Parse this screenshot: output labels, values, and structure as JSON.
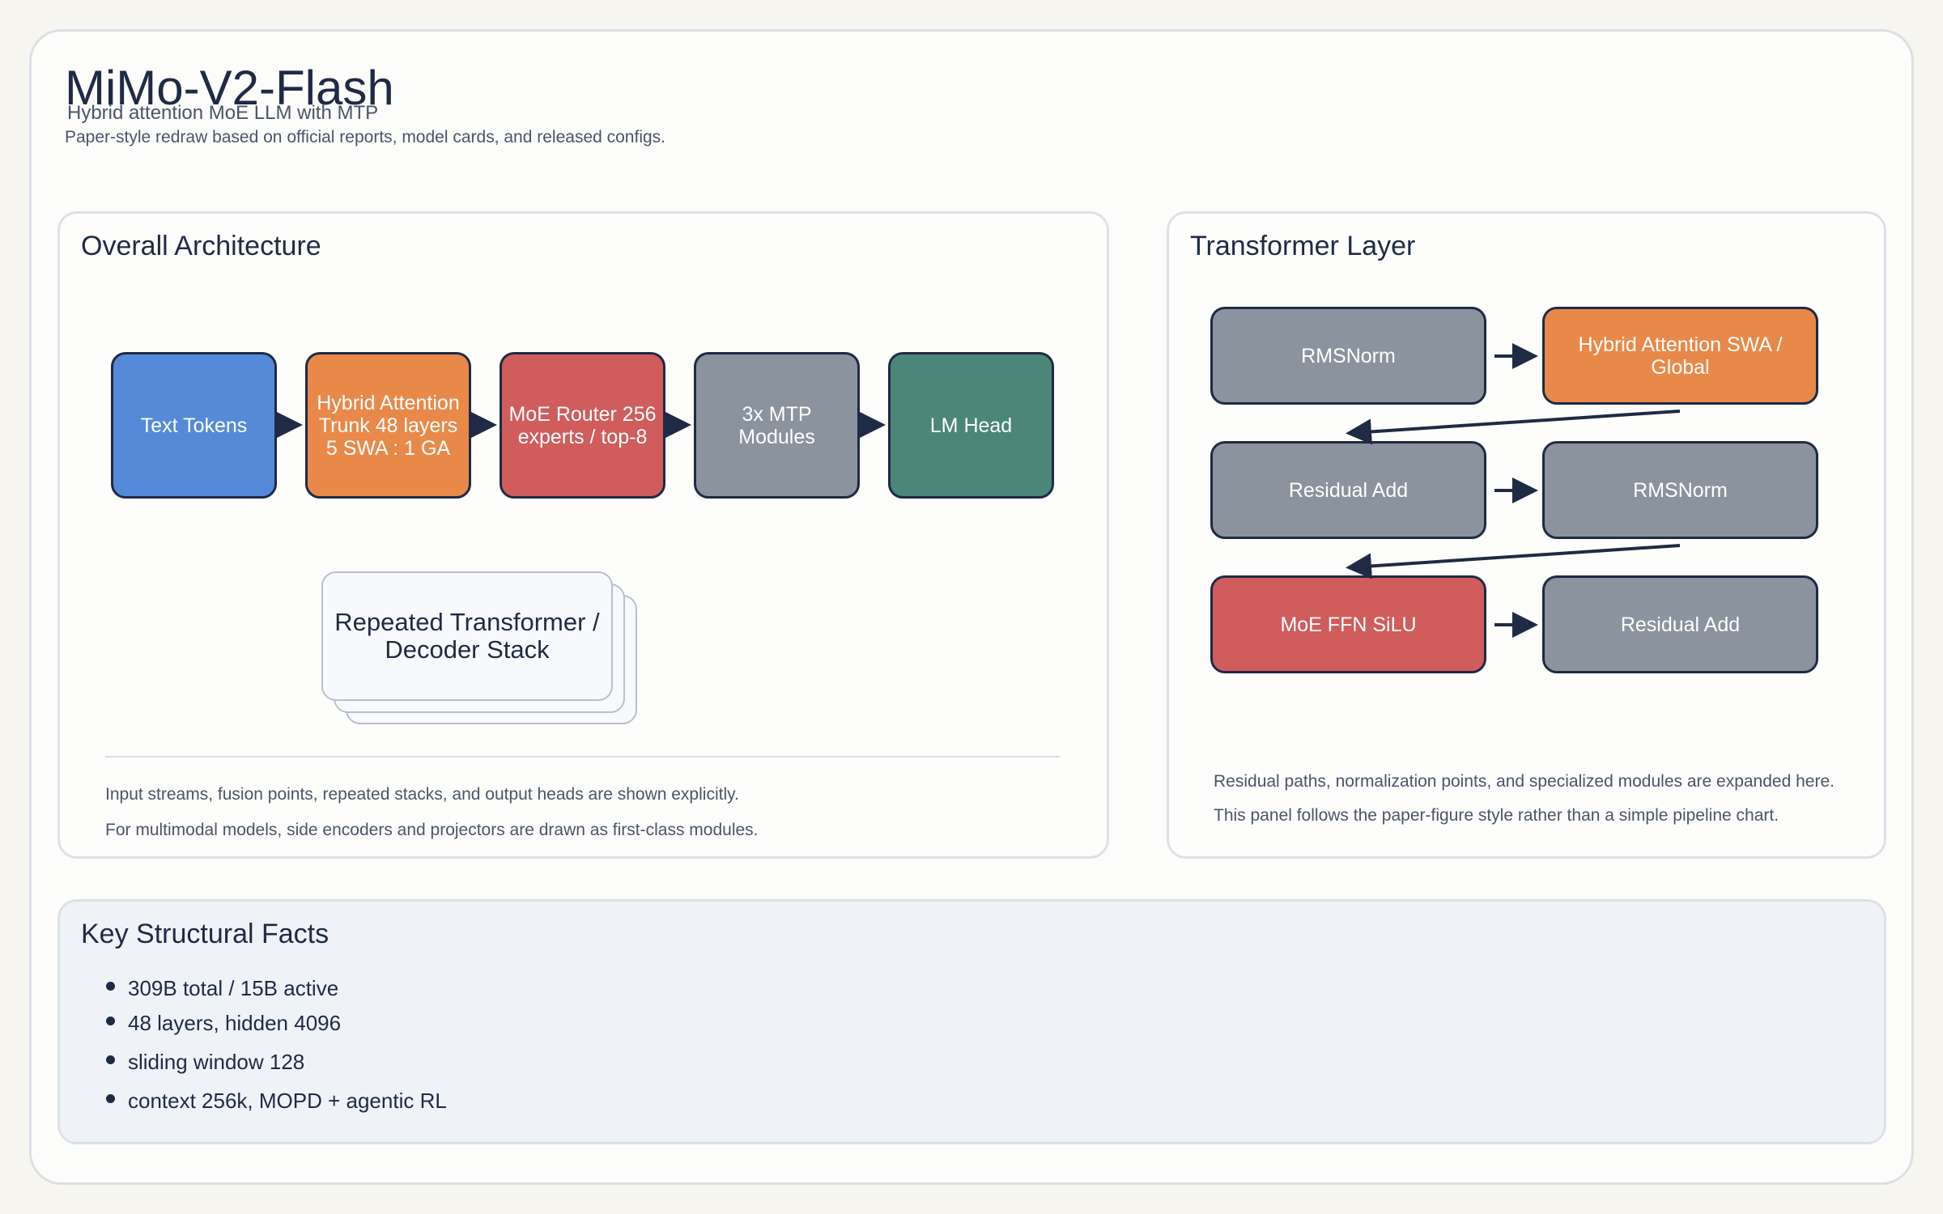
{
  "header": {
    "title": "MiMo-V2-Flash",
    "subtitle": "Hybrid attention MoE LLM with MTP",
    "note": "Paper-style redraw based on official reports, model cards, and released configs."
  },
  "overall": {
    "title": "Overall Architecture",
    "pipeline": [
      {
        "label": "Text Tokens",
        "color": "#558ad9"
      },
      {
        "label": "Hybrid Attention Trunk 48 layers 5 SWA : 1 GA",
        "color": "#e8894a"
      },
      {
        "label": "MoE Router 256 experts / top-8",
        "color": "#d05c5c"
      },
      {
        "label": "3x MTP Modules",
        "color": "#8a939e"
      },
      {
        "label": "LM Head",
        "color": "#4b8679"
      }
    ],
    "stack_label": "Repeated Transformer / Decoder Stack",
    "captions": [
      "Input streams, fusion points, repeated stacks, and output heads are shown explicitly.",
      "For multimodal models, side encoders and projectors are drawn as first-class modules."
    ]
  },
  "layer": {
    "title": "Transformer Layer",
    "blocks": [
      {
        "label": "RMSNorm",
        "color": "#8a939e"
      },
      {
        "label": "Hybrid Attention SWA / Global",
        "color": "#e8894a"
      },
      {
        "label": "Residual Add",
        "color": "#8a939e"
      },
      {
        "label": "RMSNorm",
        "color": "#8a939e"
      },
      {
        "label": "MoE FFN SiLU",
        "color": "#d05c5c"
      },
      {
        "label": "Residual Add",
        "color": "#8a939e"
      }
    ],
    "captions": [
      "Residual paths, normalization points, and specialized modules are expanded here.",
      "This panel follows the paper-figure style rather than a simple pipeline chart."
    ]
  },
  "facts": {
    "title": "Key Structural Facts",
    "items": [
      "309B total / 15B active",
      "48 layers, hidden 4096",
      "sliding window 128",
      "context 256k, MOPD + agentic RL"
    ]
  }
}
